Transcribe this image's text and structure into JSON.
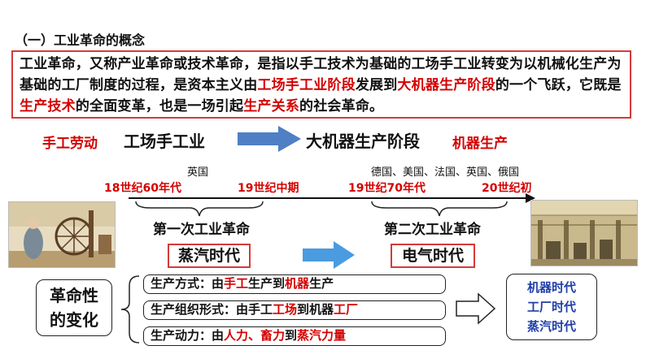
{
  "section_title": "（一）工业革命的概念",
  "definition": {
    "t1": "工业革命，又称产业革命或技术革命，是指以手工技术为基础的工场手工业转变为以机械化生产为基础的工厂制度的过程，是资本主义由",
    "h1": "工场手工业阶段",
    "t2": "发展到",
    "h2": "大机器生产阶段",
    "t3": "的一个飞跃，它既是",
    "h3": "生产技术",
    "t4": "的全面变革，也是一场引起",
    "h4": "生产关系",
    "t5": "的社会革命。"
  },
  "stages": {
    "left_red": "手工劳动",
    "left_black": "工场手工业",
    "right_black": "大机器生产阶段",
    "right_red": "机器生产"
  },
  "timeline": {
    "country1": "英国",
    "date1": "18世纪60年代",
    "date2": "19世纪中期",
    "country2": "德国、美国、法国、英国、俄国",
    "date3": "19世纪70年代",
    "date4": "20世纪初"
  },
  "revolutions": {
    "first": "第一次工业革命",
    "first_era": "蒸汽时代",
    "second": "第二次工业革命",
    "second_era": "电气时代"
  },
  "changes": {
    "label_line1": "革命性",
    "label_line2": "的变化",
    "row1": {
      "a": "生产方式：由",
      "b": "手工",
      "c": "生产到",
      "d": "机器",
      "e": "生产"
    },
    "row2": {
      "a": "生产组织形式：由手工",
      "b": "工场",
      "c": "到机器",
      "d": "工厂"
    },
    "row3": {
      "a": "生产动力：由",
      "b": "人力、畜力",
      "c": "到",
      "d": "蒸汽力量"
    },
    "result": [
      "机器时代",
      "工厂时代",
      "蒸汽时代"
    ]
  },
  "colors": {
    "accent_red": "#d40000",
    "arrow_blue": "#4f7fc4",
    "result_blue": "#1f3fa8"
  }
}
